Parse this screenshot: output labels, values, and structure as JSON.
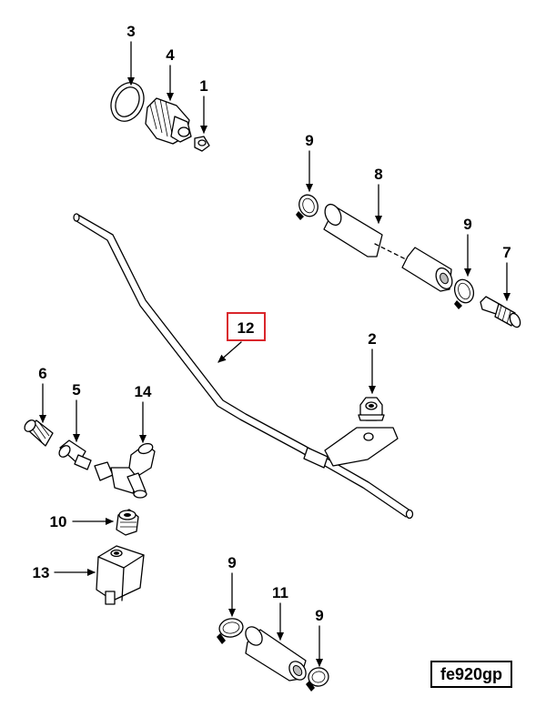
{
  "diagram": {
    "id": "fe920gp",
    "highlight_color": "#d9262b",
    "callouts": {
      "c1": "1",
      "c2": "2",
      "c3": "3",
      "c4": "4",
      "c5": "5",
      "c6": "6",
      "c7": "7",
      "c8": "8",
      "c9a": "9",
      "c9b": "9",
      "c9c": "9",
      "c9d": "9",
      "c10": "10",
      "c11": "11",
      "c12": "12",
      "c13": "13",
      "c14": "14"
    }
  }
}
